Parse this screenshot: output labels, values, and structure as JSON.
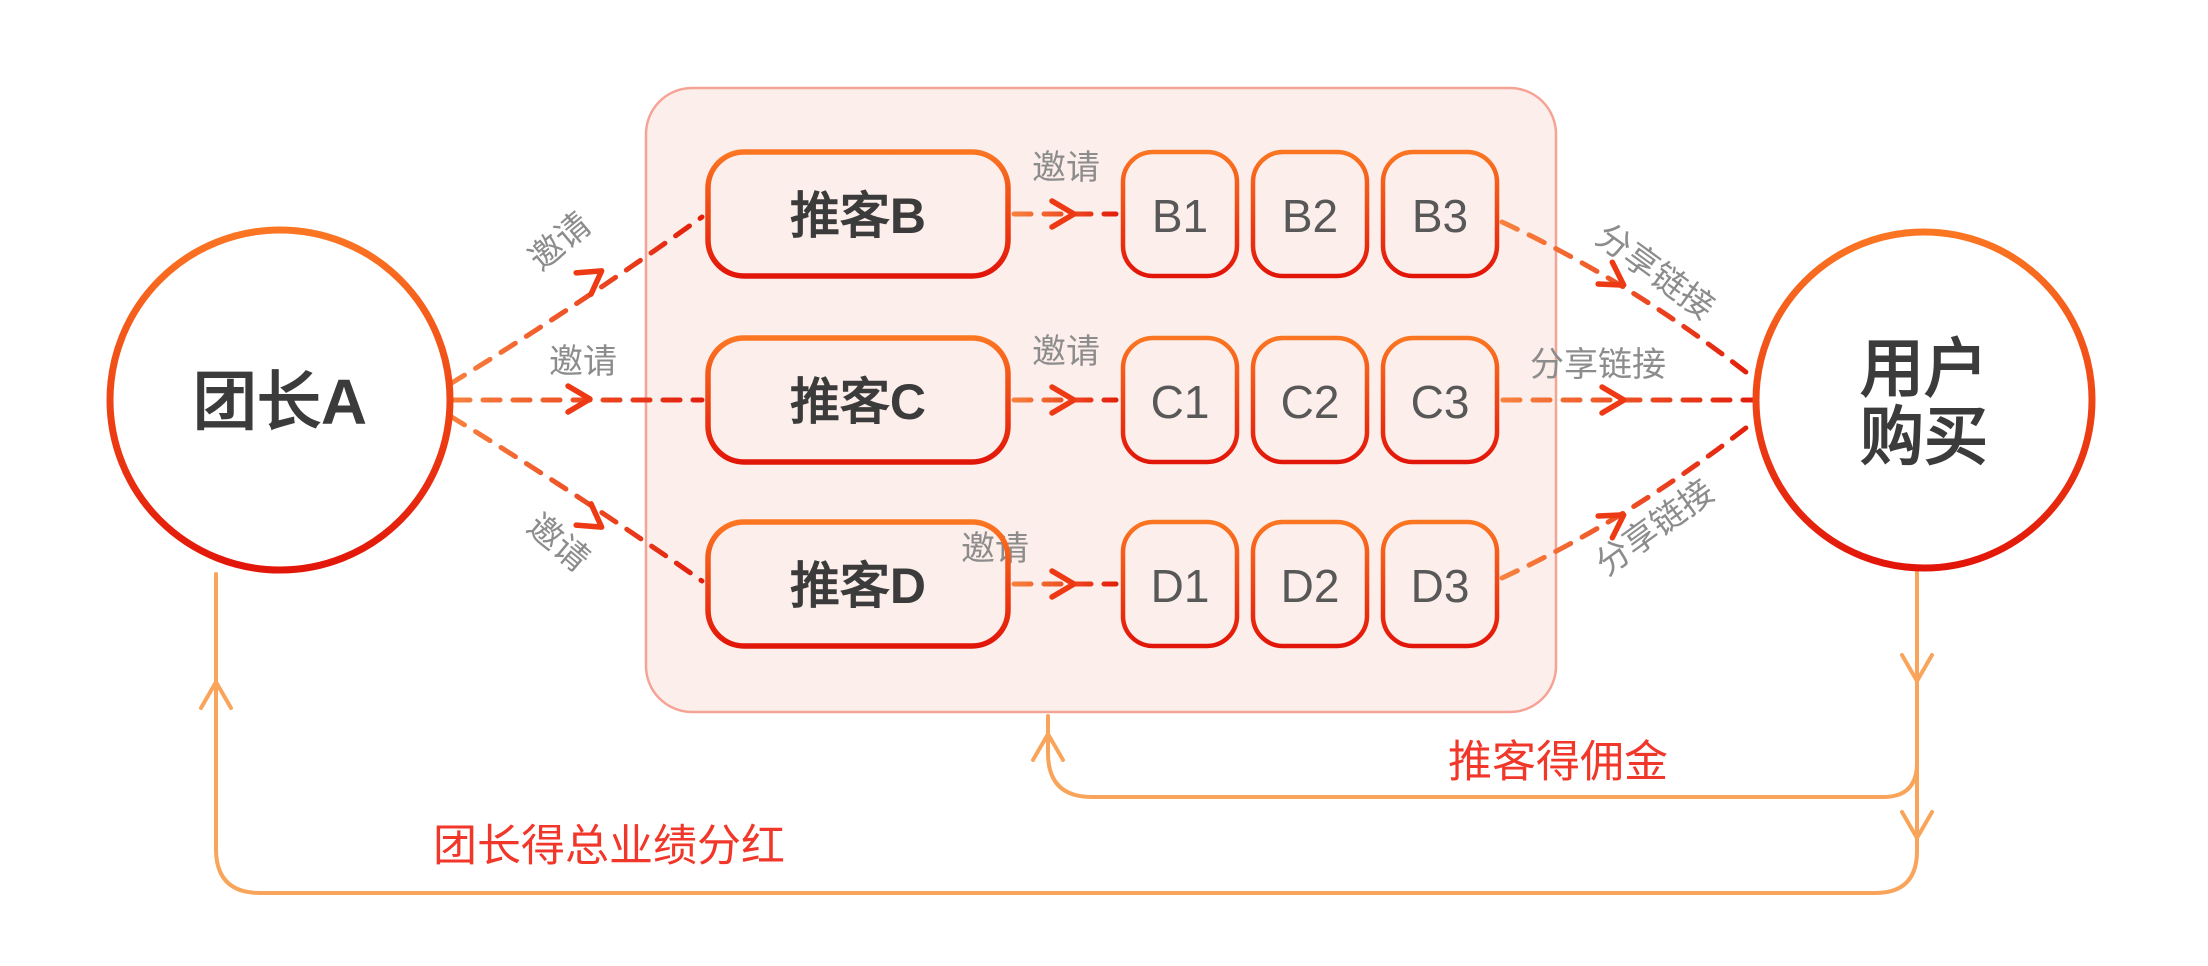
{
  "diagram": {
    "leader": "团长A",
    "buyer_line1": "用户",
    "buyer_line2": "购买",
    "promoters": [
      "推客B",
      "推客C",
      "推客D"
    ],
    "subs": [
      [
        "B1",
        "B2",
        "B3"
      ],
      [
        "C1",
        "C2",
        "C3"
      ],
      [
        "D1",
        "D2",
        "D3"
      ]
    ],
    "invite": "邀请",
    "share_link": "分享链接",
    "commission": "推客得佣金",
    "dividend": "团长得总业绩分红",
    "colors": {
      "node_border_top": "#fb7622",
      "node_border_bottom": "#e21509",
      "container_fill": "#fceeea",
      "container_border": "#f5a395",
      "dash_arrow_start": "#f8833f",
      "dash_arrow_end": "#e21b0a",
      "arrowhead": "#ed3a14",
      "feedback_line": "#f8a55b",
      "red_label": "#f0372a",
      "gray_label": "#8c8c8c",
      "node_text": "#3b3b3b"
    }
  }
}
